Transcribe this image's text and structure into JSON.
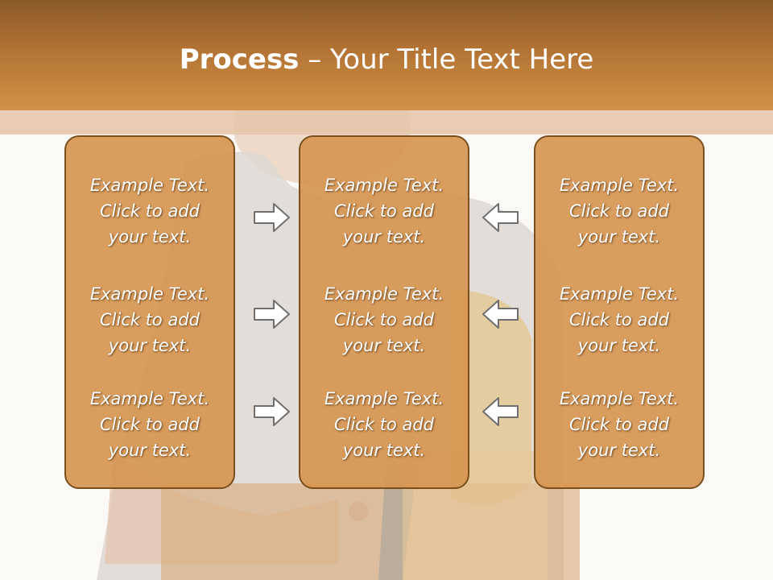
{
  "slide": {
    "title_bold": "Process",
    "title_rest": " – Your Title Text Here"
  },
  "columns": [
    {
      "items": [
        {
          "line1": "Example Text.",
          "line2": "Click  to add",
          "line3": "your text."
        },
        {
          "line1": "Example Text.",
          "line2": "Click  to add",
          "line3": "your text."
        },
        {
          "line1": "Example Text.",
          "line2": "Click  to add",
          "line3": "your text."
        }
      ]
    },
    {
      "items": [
        {
          "line1": "Example Text.",
          "line2": "Click  to add",
          "line3": "your text."
        },
        {
          "line1": "Example Text.",
          "line2": "Click  to add",
          "line3": "your text."
        },
        {
          "line1": "Example Text.",
          "line2": "Click  to add",
          "line3": "your text."
        }
      ]
    },
    {
      "items": [
        {
          "line1": "Example Text.",
          "line2": "Click  to add",
          "line3": "your text."
        },
        {
          "line1": "Example Text.",
          "line2": "Click  to add",
          "line3": "your text."
        },
        {
          "line1": "Example Text.",
          "line2": "Click  to add",
          "line3": "your text."
        }
      ]
    }
  ],
  "arrows": {
    "left_group": [
      "arrow-right-icon",
      "arrow-right-icon",
      "arrow-right-icon"
    ],
    "right_group": [
      "arrow-left-icon",
      "arrow-left-icon",
      "arrow-left-icon"
    ]
  },
  "colors": {
    "header": "#b37334",
    "box_fill": "#d69652",
    "box_border": "#7a4f1c",
    "text": "#ffffff"
  }
}
